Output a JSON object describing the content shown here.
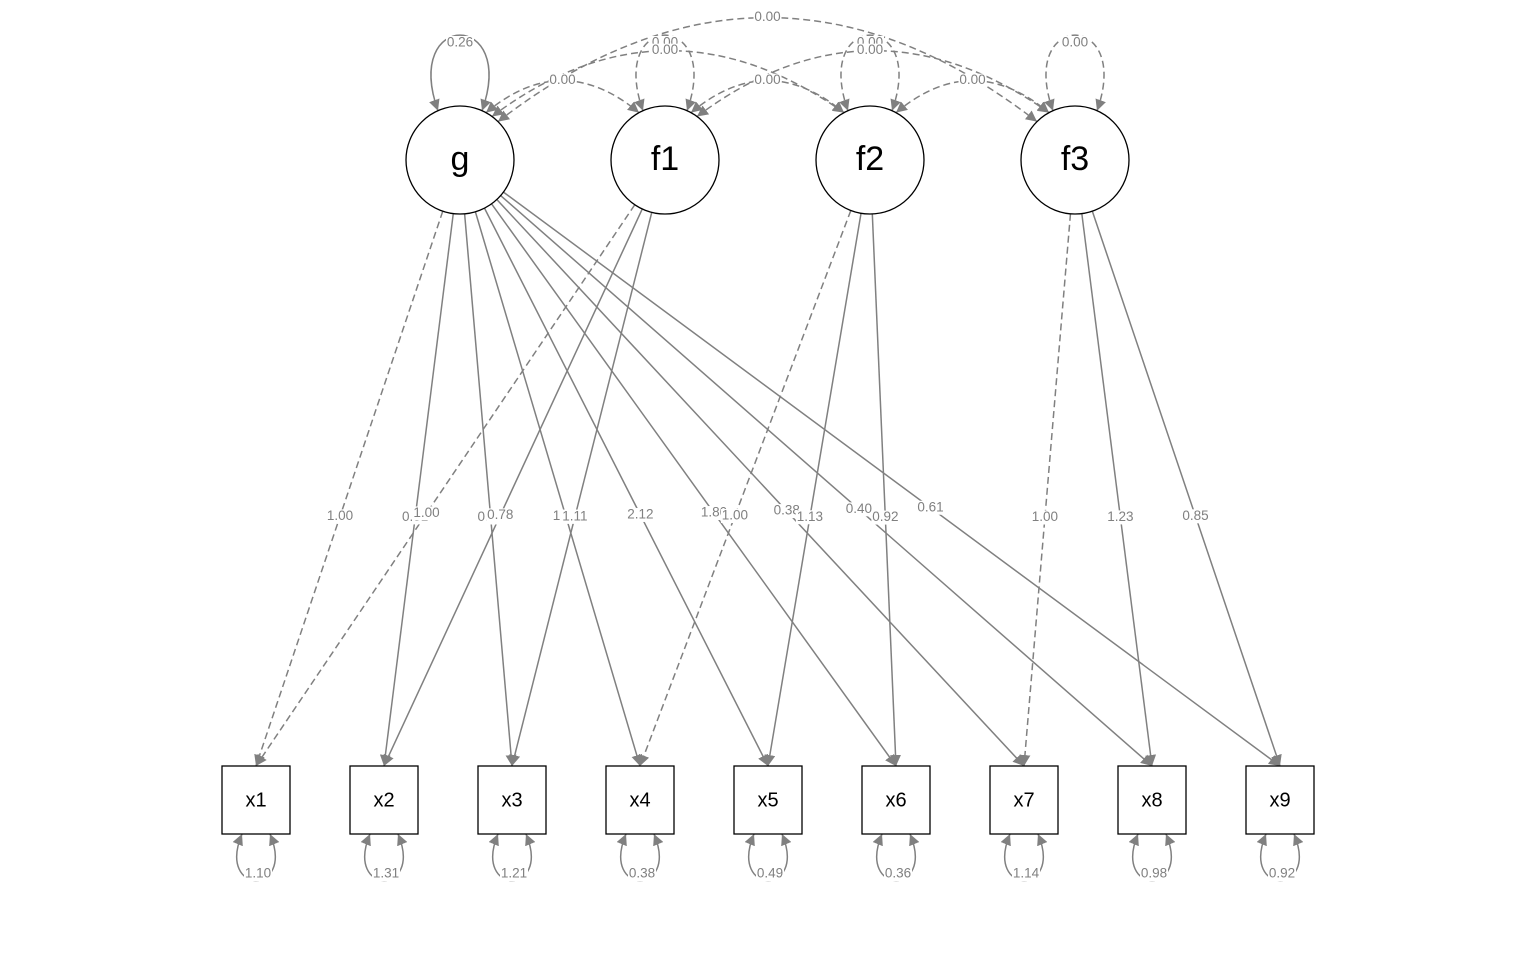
{
  "diagram": {
    "latents": [
      {
        "id": "g",
        "label": "g",
        "variance": "0.26",
        "variance_dashed": false
      },
      {
        "id": "f1",
        "label": "f1",
        "variance": "0.00",
        "variance_dashed": true
      },
      {
        "id": "f2",
        "label": "f2",
        "variance": "0.00",
        "variance_dashed": true
      },
      {
        "id": "f3",
        "label": "f3",
        "variance": "0.00",
        "variance_dashed": true
      }
    ],
    "manifests": [
      {
        "id": "x1",
        "label": "x1",
        "residual": "1.10"
      },
      {
        "id": "x2",
        "label": "x2",
        "residual": "1.31"
      },
      {
        "id": "x3",
        "label": "x3",
        "residual": "1.21"
      },
      {
        "id": "x4",
        "label": "x4",
        "residual": "0.38"
      },
      {
        "id": "x5",
        "label": "x5",
        "residual": "0.49"
      },
      {
        "id": "x6",
        "label": "x6",
        "residual": "0.36"
      },
      {
        "id": "x7",
        "label": "x7",
        "residual": "1.14"
      },
      {
        "id": "x8",
        "label": "x8",
        "residual": "0.98"
      },
      {
        "id": "x9",
        "label": "x9",
        "residual": "0.92"
      }
    ],
    "loadings": [
      {
        "from": "g",
        "to": "x1",
        "value": "1.00",
        "dashed": true
      },
      {
        "from": "g",
        "to": "x2",
        "value": "0.51",
        "dashed": false
      },
      {
        "from": "g",
        "to": "x3",
        "value": "0.49",
        "dashed": false
      },
      {
        "from": "g",
        "to": "x4",
        "value": "1.93",
        "dashed": false
      },
      {
        "from": "g",
        "to": "x5",
        "value": "2.12",
        "dashed": false
      },
      {
        "from": "g",
        "to": "x6",
        "value": "1.80",
        "dashed": false
      },
      {
        "from": "g",
        "to": "x7",
        "value": "0.38",
        "dashed": false
      },
      {
        "from": "g",
        "to": "x8",
        "value": "0.40",
        "dashed": false
      },
      {
        "from": "g",
        "to": "x9",
        "value": "0.61",
        "dashed": false
      },
      {
        "from": "f1",
        "to": "x1",
        "value": "1.00",
        "dashed": true
      },
      {
        "from": "f1",
        "to": "x2",
        "value": "0.78",
        "dashed": false
      },
      {
        "from": "f1",
        "to": "x3",
        "value": "1.11",
        "dashed": false
      },
      {
        "from": "f2",
        "to": "x4",
        "value": "1.00",
        "dashed": true
      },
      {
        "from": "f2",
        "to": "x5",
        "value": "1.13",
        "dashed": false
      },
      {
        "from": "f2",
        "to": "x6",
        "value": "0.92",
        "dashed": false
      },
      {
        "from": "f3",
        "to": "x7",
        "value": "1.00",
        "dashed": true
      },
      {
        "from": "f3",
        "to": "x8",
        "value": "1.23",
        "dashed": false
      },
      {
        "from": "f3",
        "to": "x9",
        "value": "0.85",
        "dashed": false
      }
    ],
    "covariances": [
      {
        "a": "g",
        "b": "f1",
        "value": "0.00"
      },
      {
        "a": "f1",
        "b": "f2",
        "value": "0.00"
      },
      {
        "a": "f2",
        "b": "f3",
        "value": "0.00"
      },
      {
        "a": "g",
        "b": "f2",
        "value": "0.00"
      },
      {
        "a": "f1",
        "b": "f3",
        "value": "0.00"
      },
      {
        "a": "g",
        "b": "f3",
        "value": "0.00"
      }
    ]
  }
}
